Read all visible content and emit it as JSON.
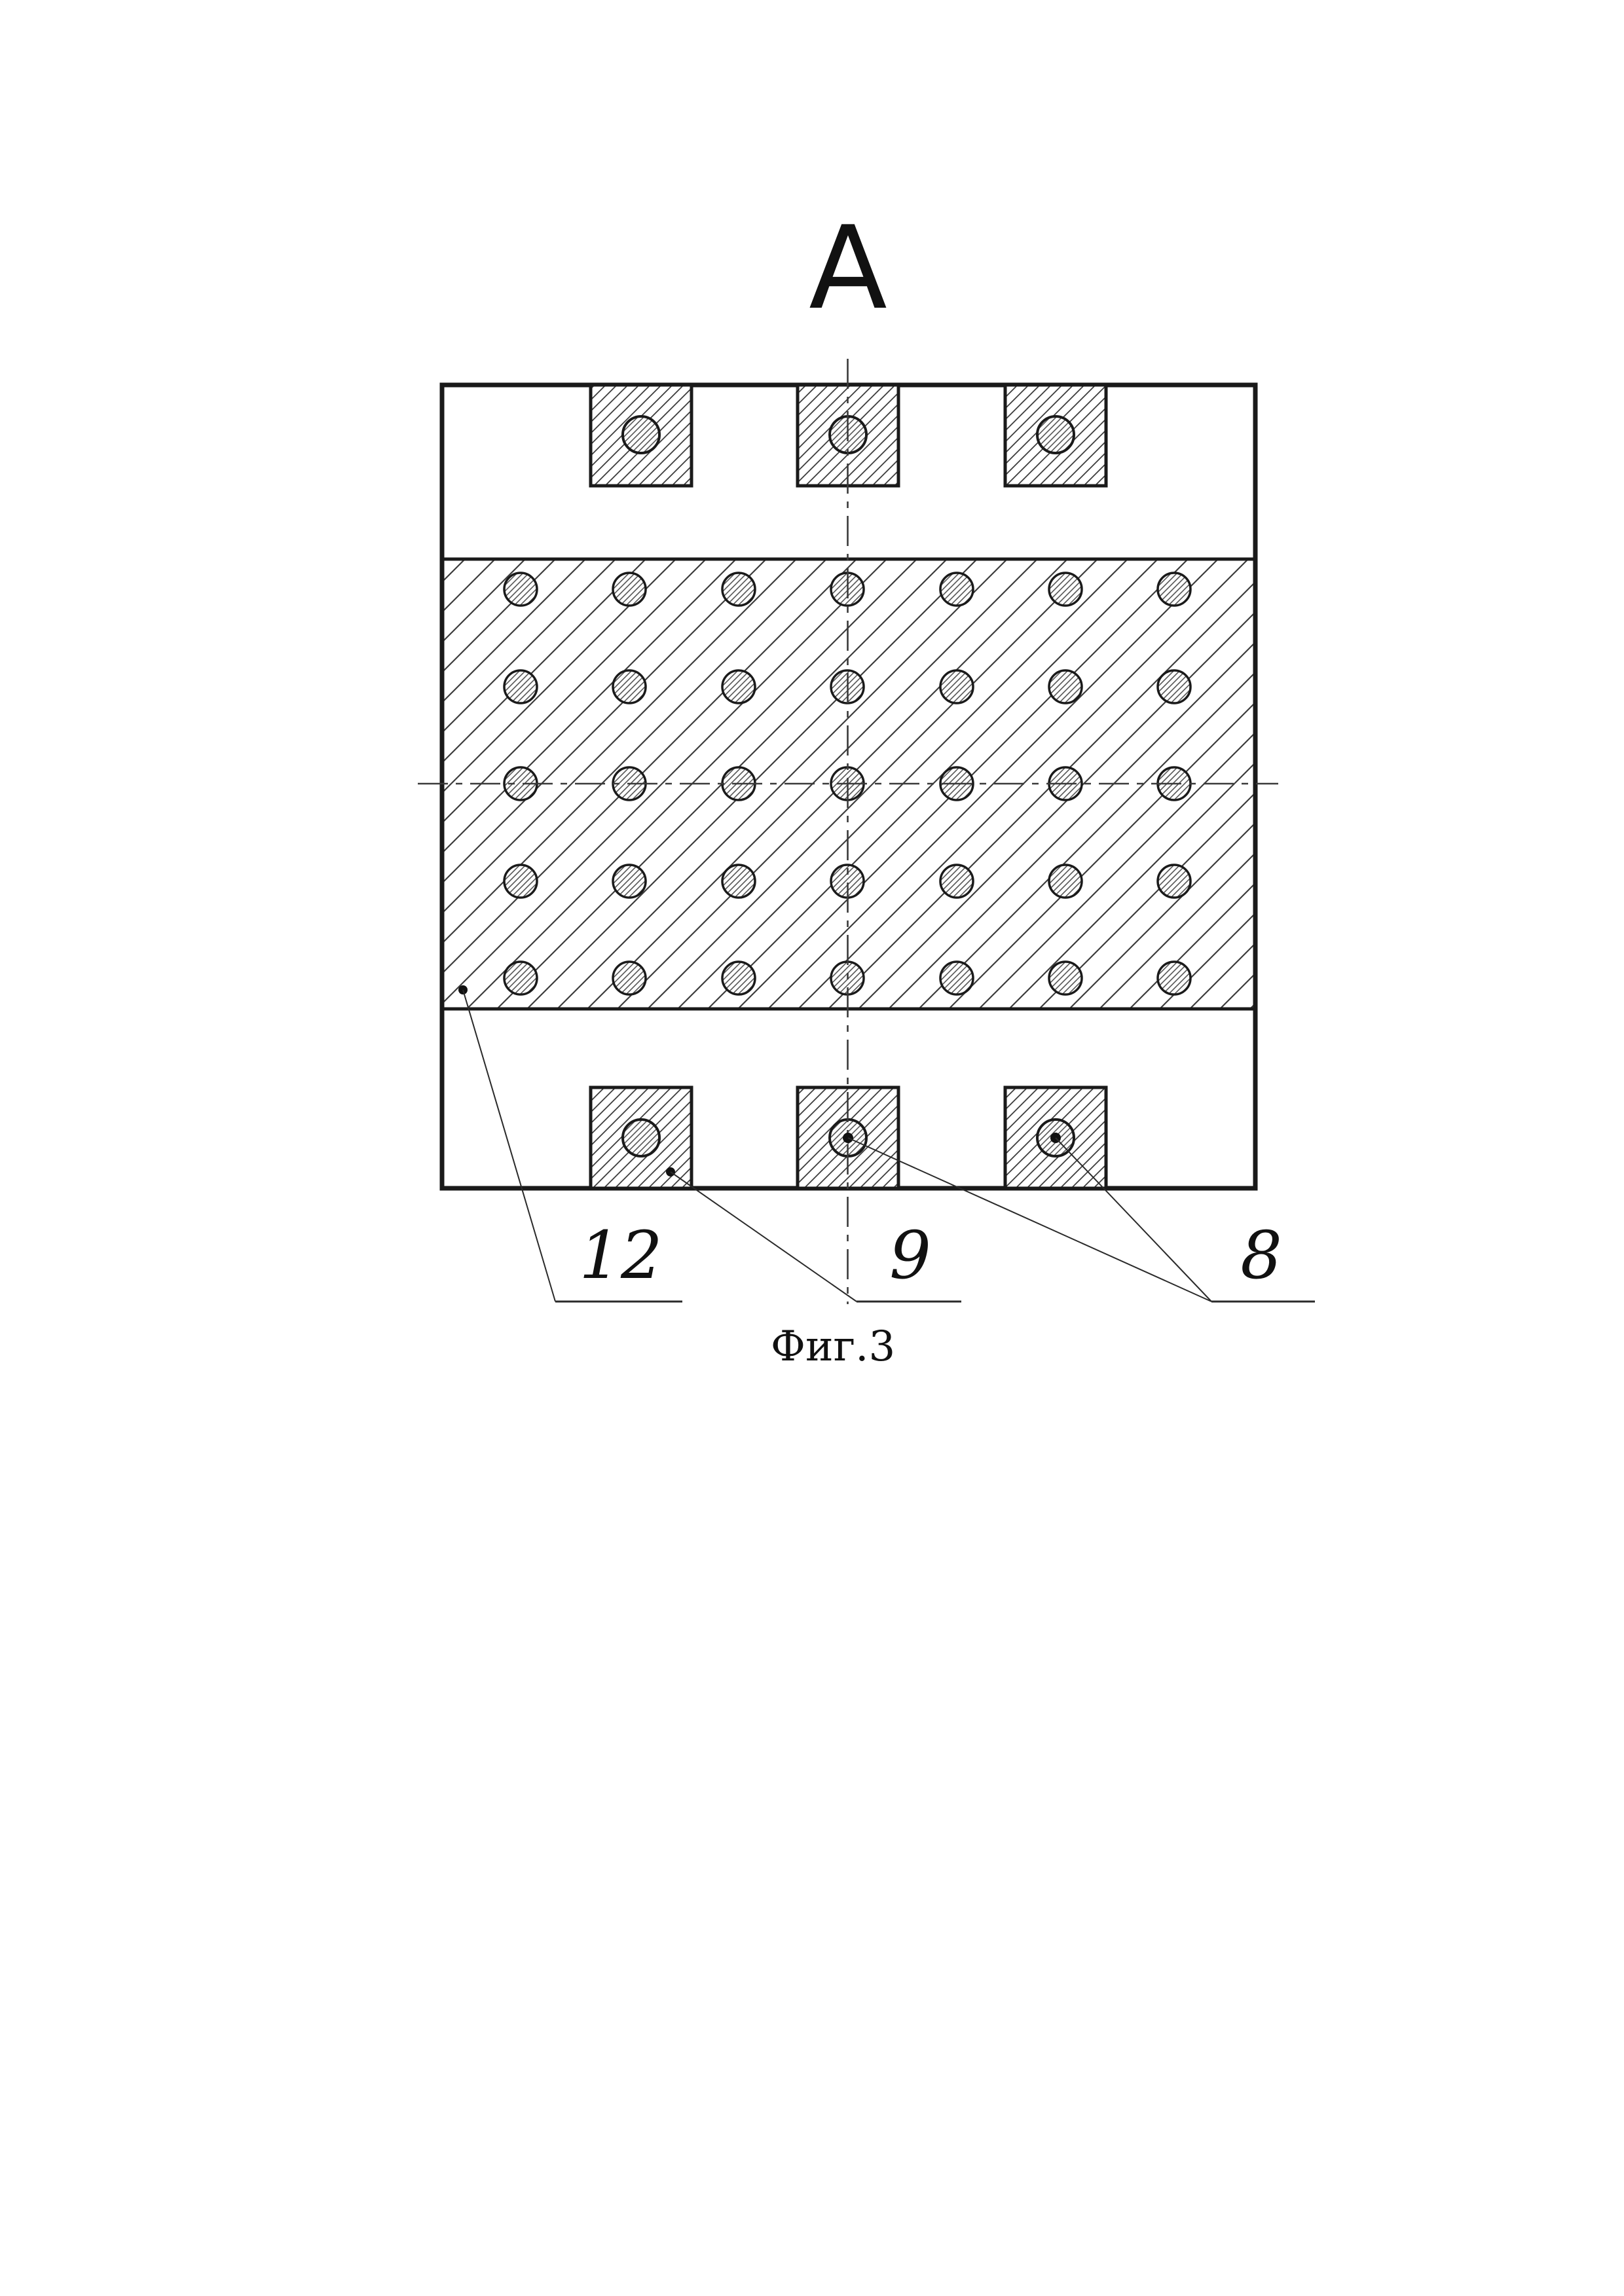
{
  "figure": {
    "view_label": "A",
    "caption": "Фиг.3",
    "labels": {
      "plate": "12",
      "boss": "9",
      "hole": "8"
    },
    "colors": {
      "ink": "#1a1a1a",
      "hatch": "#3c3c3c",
      "background": "#ffffff"
    }
  }
}
